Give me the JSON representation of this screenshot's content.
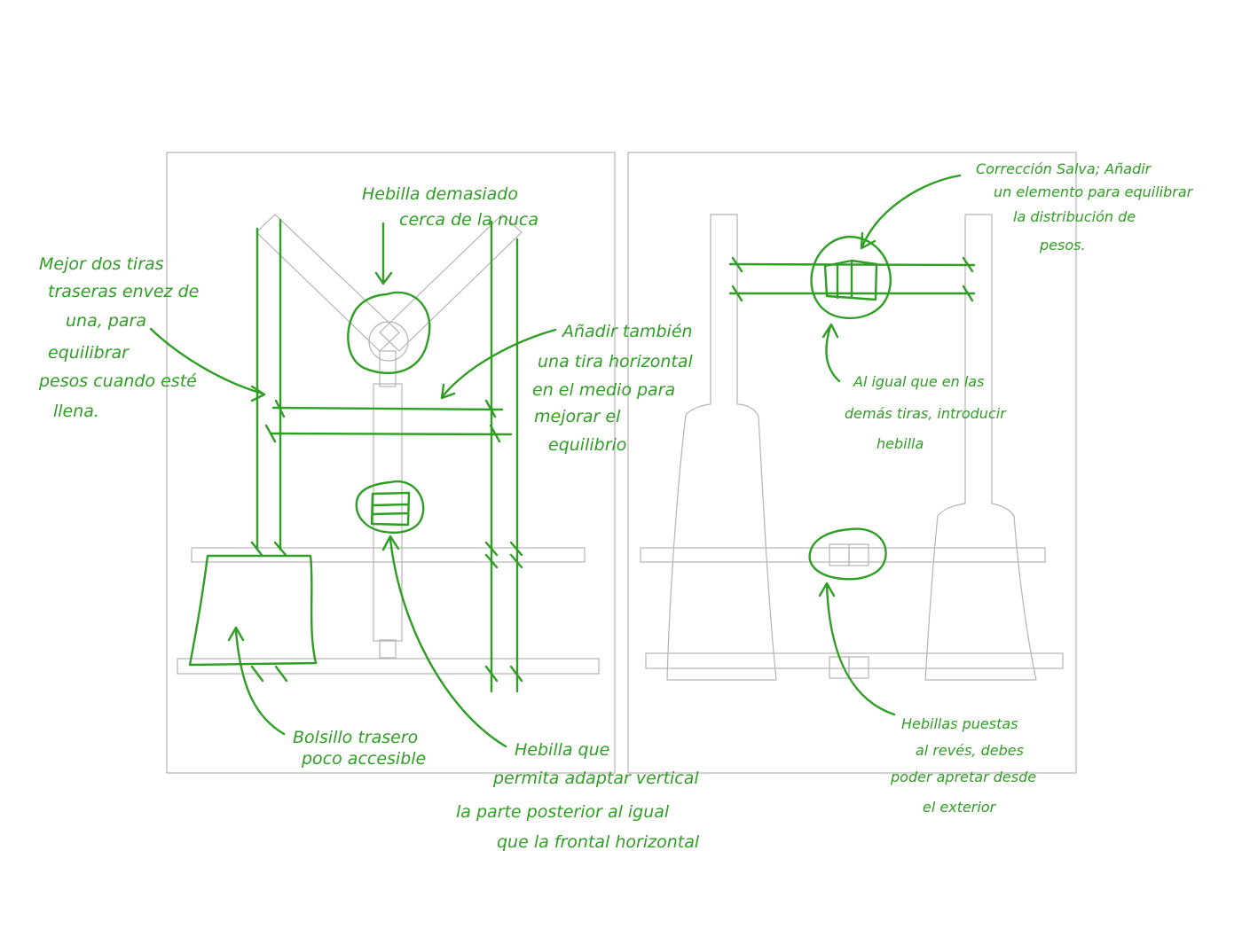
{
  "colors": {
    "ink": "#2f9e24",
    "outline": "#b4b4b4",
    "background": "#ffffff"
  },
  "panels": [
    {
      "id": "back-view"
    },
    {
      "id": "front-view"
    }
  ],
  "annotations": {
    "buckle_neck": [
      "Hebilla demasiado",
      "cerca de la nuca"
    ],
    "two_straps": [
      "Mejor dos tiras",
      "traseras envez de",
      "una, para",
      "equilibrar",
      "pesos cuando esté",
      "llena."
    ],
    "horizontal_strap": [
      "Añadir también",
      "una tira horizontal",
      "en el medio para",
      "mejorar el",
      "equilibrio"
    ],
    "back_pocket": [
      "Bolsillo trasero",
      "poco accesible"
    ],
    "vertical_buckle": [
      "Hebilla que",
      "permita adaptar vertical",
      "la parte posterior al igual",
      "que la frontal horizontal"
    ],
    "correction": [
      "Corrección Salva; Añadir",
      "un elemento para equilibrar",
      "la distribución de",
      "pesos."
    ],
    "same_as_straps": [
      "Al igual que en las",
      "demás tiras, introducir",
      "hebilla"
    ],
    "reversed_buckles": [
      "Hebillas puestas",
      "al revés, debes",
      "poder apretar desde",
      "el exterior"
    ]
  }
}
